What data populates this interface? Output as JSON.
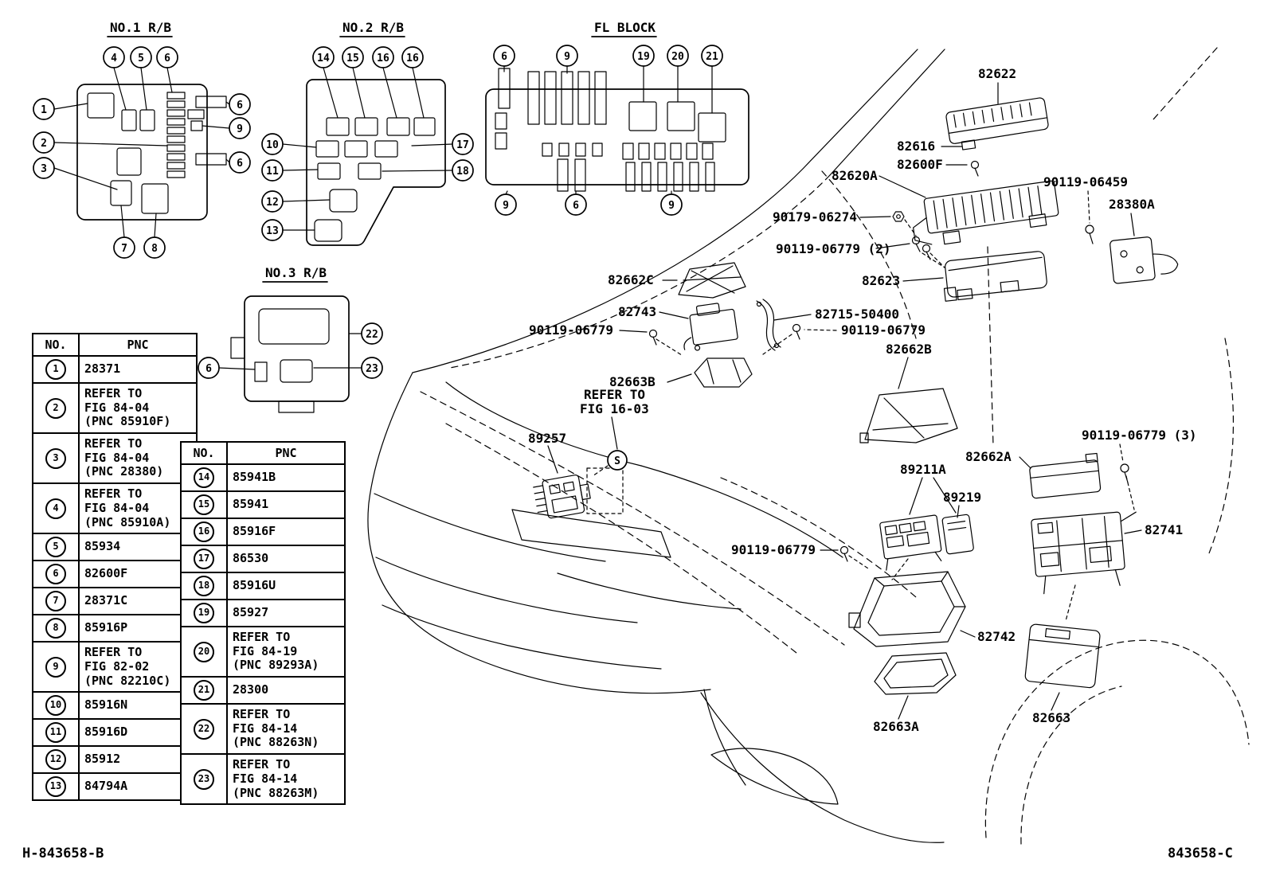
{
  "titles": {
    "no1": "NO.1 R/B",
    "no2": "NO.2 R/B",
    "fl": "FL BLOCK",
    "no3": "NO.3 R/B"
  },
  "callouts": {
    "no1": [
      "4",
      "5",
      "6",
      "1",
      "2",
      "3",
      "6",
      "9",
      "6",
      "7",
      "8"
    ],
    "no2": [
      "14",
      "15",
      "16",
      "16",
      "10",
      "11",
      "12",
      "13",
      "17",
      "18"
    ],
    "fl": [
      "6",
      "9",
      "19",
      "20",
      "21",
      "9",
      "6",
      "9"
    ],
    "no3": [
      "22",
      "23",
      "6"
    ],
    "s_marker": "S"
  },
  "labels": [
    "82622",
    "82616",
    "82600F",
    "82620A",
    "90119-06459",
    "28380A",
    "90179-06274",
    "90119-06779 (2)",
    "82662C",
    "82623",
    "82743",
    "82715-50400",
    "90119-06779",
    "90119-06779",
    "82662B",
    "82663B",
    "REFER TO",
    "FIG 16-03",
    "89257",
    "82662A",
    "90119-06779 (3)",
    "89211A",
    "89219",
    "82741",
    "90119-06779",
    "82742",
    "82663A",
    "82663"
  ],
  "tables": [
    {
      "headers": {
        "no": "NO.",
        "pnc": "PNC"
      },
      "rows": [
        {
          "no": "1",
          "pnc": "28371"
        },
        {
          "no": "2",
          "pnc": "REFER TO\nFIG 84-04\n(PNC 85910F)"
        },
        {
          "no": "3",
          "pnc": "REFER TO\nFIG 84-04\n(PNC 28380)"
        },
        {
          "no": "4",
          "pnc": "REFER TO\nFIG 84-04\n(PNC 85910A)"
        },
        {
          "no": "5",
          "pnc": "85934"
        },
        {
          "no": "6",
          "pnc": "82600F"
        },
        {
          "no": "7",
          "pnc": "28371C"
        },
        {
          "no": "8",
          "pnc": "85916P"
        },
        {
          "no": "9",
          "pnc": "REFER TO\nFIG 82-02\n(PNC 82210C)"
        },
        {
          "no": "10",
          "pnc": "85916N"
        },
        {
          "no": "11",
          "pnc": "85916D"
        },
        {
          "no": "12",
          "pnc": "85912"
        },
        {
          "no": "13",
          "pnc": "84794A"
        }
      ]
    },
    {
      "headers": {
        "no": "NO.",
        "pnc": "PNC"
      },
      "rows": [
        {
          "no": "14",
          "pnc": "85941B"
        },
        {
          "no": "15",
          "pnc": "85941"
        },
        {
          "no": "16",
          "pnc": "85916F"
        },
        {
          "no": "17",
          "pnc": "86530"
        },
        {
          "no": "18",
          "pnc": "85916U"
        },
        {
          "no": "19",
          "pnc": "85927"
        },
        {
          "no": "20",
          "pnc": "REFER TO\nFIG 84-19\n(PNC 89293A)"
        },
        {
          "no": "21",
          "pnc": "28300"
        },
        {
          "no": "22",
          "pnc": "REFER TO\nFIG 84-14\n(PNC 88263N)"
        },
        {
          "no": "23",
          "pnc": "REFER TO\nFIG 84-14\n(PNC 88263M)"
        }
      ]
    }
  ],
  "footer": {
    "left": "H-843658-B",
    "right": "843658-C"
  }
}
